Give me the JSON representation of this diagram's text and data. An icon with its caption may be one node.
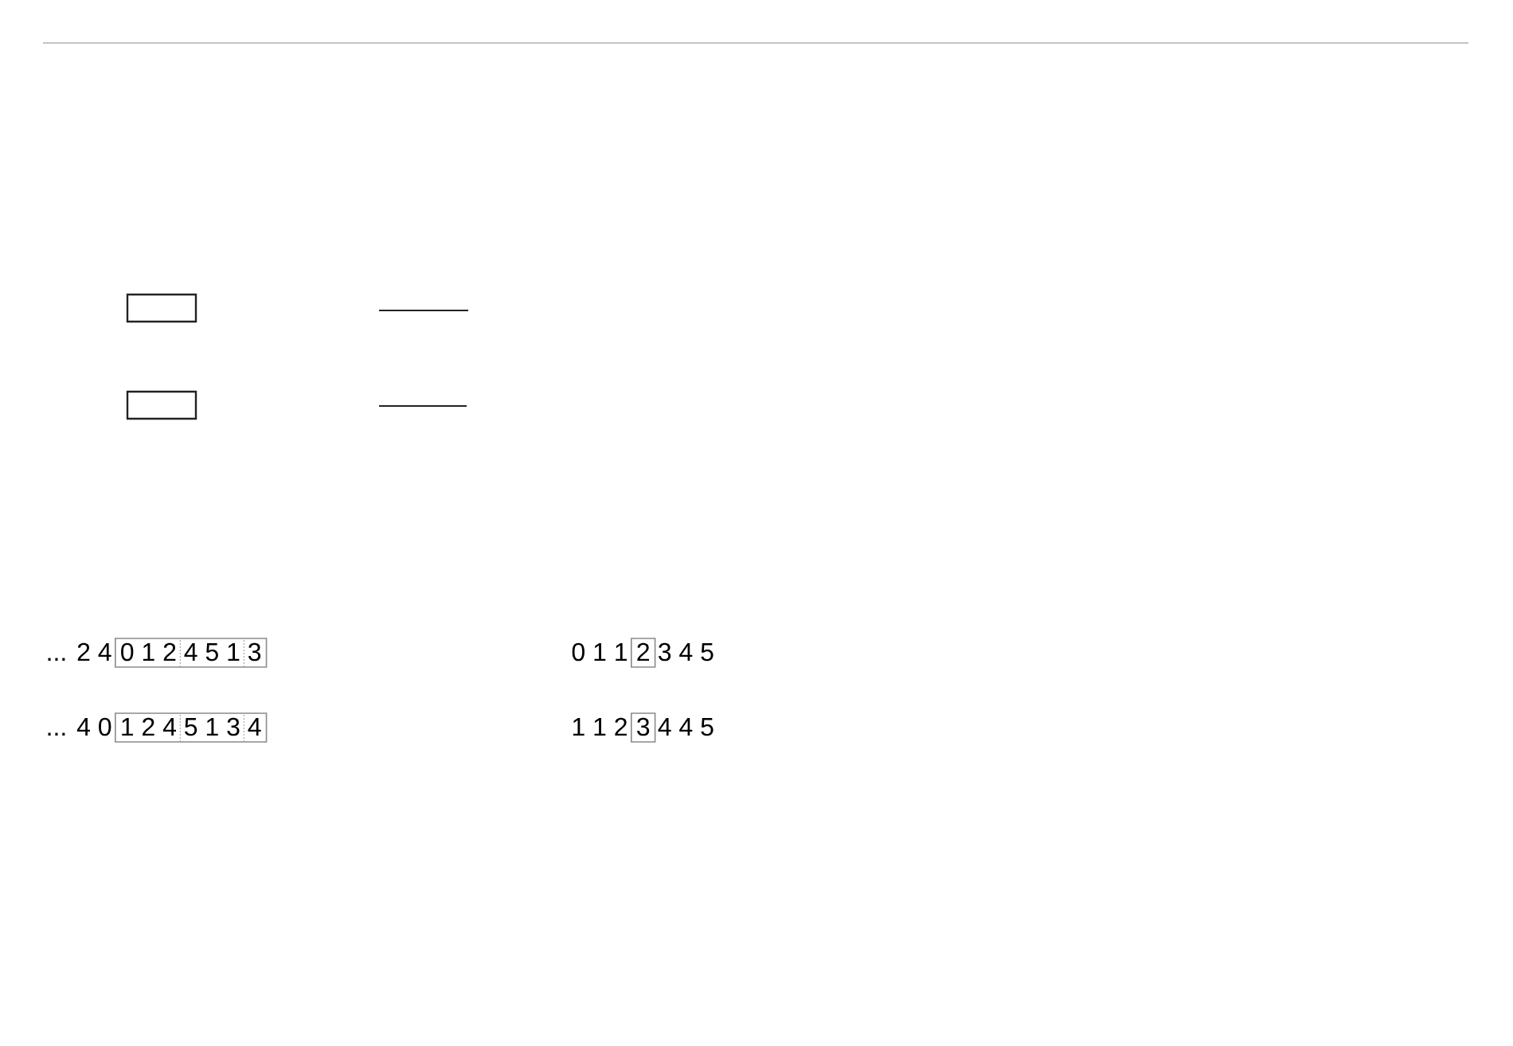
{
  "diagram": {
    "nodes": [
      {
        "text": [],
        "shape": "box"
      },
      {
        "text": [],
        "shape": "box"
      },
      {
        "text": [
          "0 1 2",
          "4 5 1",
          "3"
        ]
      },
      {
        "text": [
          "2"
        ]
      },
      {
        "text": [
          "1 2 4",
          "5 1 3",
          "4"
        ]
      },
      {
        "text": [
          "3"
        ]
      }
    ],
    "labels": [
      "... 2 4",
      "0 1 1",
      "3 4 5",
      "... 4 0",
      "1 1 2",
      "4 4 5"
    ]
  }
}
